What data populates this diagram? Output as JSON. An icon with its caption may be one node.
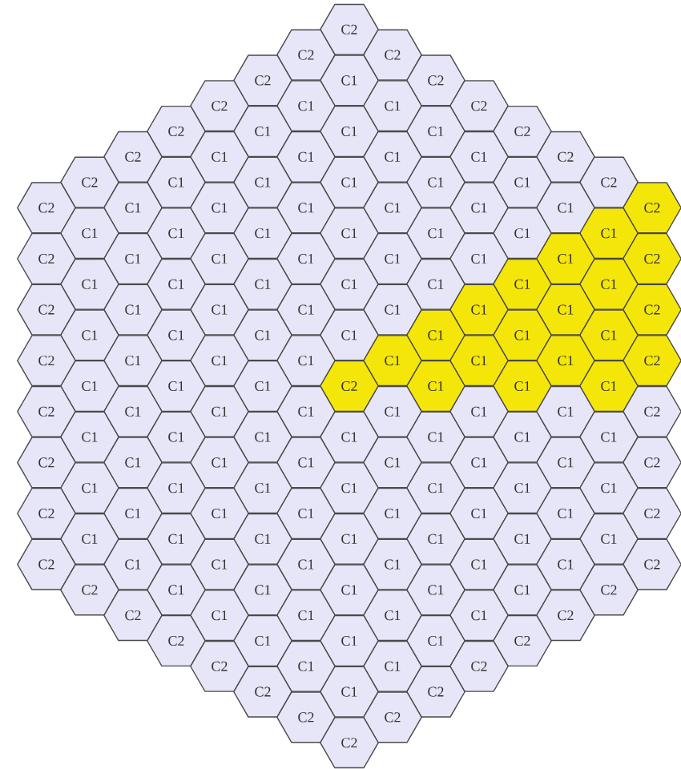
{
  "diagram": {
    "nodes": [
      {
        "text": [
          "C2"
        ]
      },
      {
        "text": [
          "C2"
        ]
      },
      {
        "text": [
          "C2"
        ]
      },
      {
        "text": [
          "C2"
        ]
      },
      {
        "text": [
          "C1"
        ]
      },
      {
        "text": [
          "C2"
        ]
      },
      {
        "text": [
          "C2"
        ]
      },
      {
        "text": [
          "C1"
        ]
      },
      {
        "text": [
          "C1"
        ]
      },
      {
        "text": [
          "C2"
        ]
      },
      {
        "text": [
          "C2"
        ]
      },
      {
        "text": [
          "C1"
        ]
      },
      {
        "text": [
          "C1"
        ]
      },
      {
        "text": [
          "C1"
        ]
      },
      {
        "text": [
          "C2"
        ]
      },
      {
        "text": [
          "C2"
        ]
      },
      {
        "text": [
          "C1"
        ]
      },
      {
        "text": [
          "C1"
        ]
      },
      {
        "text": [
          "C1"
        ]
      },
      {
        "text": [
          "C1"
        ]
      },
      {
        "text": [
          "C2"
        ]
      },
      {
        "text": [
          "C2"
        ]
      },
      {
        "text": [
          "C1"
        ]
      },
      {
        "text": [
          "C1"
        ]
      },
      {
        "text": [
          "C1"
        ]
      },
      {
        "text": [
          "C1"
        ]
      },
      {
        "text": [
          "C1"
        ]
      },
      {
        "text": [
          "C2"
        ]
      },
      {
        "text": [
          "C2"
        ]
      },
      {
        "text": [
          "C1"
        ]
      },
      {
        "text": [
          "C1"
        ]
      },
      {
        "text": [
          "C1"
        ]
      },
      {
        "text": [
          "C1"
        ]
      },
      {
        "text": [
          "C1"
        ]
      },
      {
        "text": [
          "C1"
        ]
      },
      {
        "text": [
          "C2"
        ]
      },
      {
        "text": [
          "C1"
        ]
      },
      {
        "text": [
          "C1"
        ]
      },
      {
        "text": [
          "C1"
        ]
      },
      {
        "text": [
          "C1"
        ]
      },
      {
        "text": [
          "C1"
        ]
      },
      {
        "text": [
          "C1"
        ]
      },
      {
        "text": [
          "C1"
        ]
      },
      {
        "text": [
          "C2"
        ]
      },
      {
        "text": [
          "C1"
        ]
      },
      {
        "text": [
          "C1"
        ]
      },
      {
        "text": [
          "C1"
        ]
      },
      {
        "text": [
          "C1"
        ]
      },
      {
        "text": [
          "C1"
        ]
      },
      {
        "text": [
          "C1"
        ]
      },
      {
        "text": [
          "C2"
        ]
      },
      {
        "text": [
          "C1"
        ]
      },
      {
        "text": [
          "C1"
        ]
      },
      {
        "text": [
          "C1"
        ]
      },
      {
        "text": [
          "C1"
        ]
      },
      {
        "text": [
          "C1"
        ]
      },
      {
        "text": [
          "C1"
        ]
      },
      {
        "text": [
          "C1"
        ]
      },
      {
        "text": [
          "C2"
        ]
      },
      {
        "text": [
          "C1"
        ]
      },
      {
        "text": [
          "C1"
        ]
      },
      {
        "text": [
          "C1"
        ]
      },
      {
        "text": [
          "C1"
        ]
      },
      {
        "text": [
          "C1"
        ]
      },
      {
        "text": [
          "C1"
        ]
      },
      {
        "text": [
          "C2"
        ]
      },
      {
        "text": [
          "C1"
        ]
      },
      {
        "text": [
          "C1"
        ]
      },
      {
        "text": [
          "C1"
        ]
      },
      {
        "text": [
          "C1"
        ]
      },
      {
        "text": [
          "C1"
        ]
      },
      {
        "text": [
          "C1"
        ]
      },
      {
        "text": [
          "C1"
        ]
      },
      {
        "text": [
          "C2"
        ]
      },
      {
        "text": [
          "C1"
        ]
      },
      {
        "text": [
          "C1"
        ]
      },
      {
        "text": [
          "C1"
        ]
      },
      {
        "text": [
          "C1"
        ]
      },
      {
        "text": [
          "C1"
        ]
      },
      {
        "text": [
          "C1"
        ]
      },
      {
        "text": [
          "C2"
        ]
      },
      {
        "text": [
          "C1"
        ]
      },
      {
        "text": [
          "C1"
        ]
      },
      {
        "text": [
          "C1"
        ]
      },
      {
        "text": [
          "C2"
        ]
      },
      {
        "text": [
          "C1"
        ]
      },
      {
        "text": [
          "C1"
        ]
      },
      {
        "text": [
          "C1"
        ]
      },
      {
        "text": [
          "C2"
        ]
      },
      {
        "text": [
          "C1"
        ]
      },
      {
        "text": [
          "C1"
        ]
      },
      {
        "text": [
          "C1"
        ]
      },
      {
        "text": [
          "C1"
        ]
      },
      {
        "text": [
          "C1"
        ]
      },
      {
        "text": [
          "C1"
        ]
      },
      {
        "text": [
          "C2"
        ]
      },
      {
        "text": [
          "C1"
        ]
      },
      {
        "text": [
          "C1"
        ]
      },
      {
        "text": [
          "C1"
        ]
      },
      {
        "text": [
          "C1"
        ]
      },
      {
        "text": [
          "C1"
        ]
      },
      {
        "text": [
          "C1"
        ]
      },
      {
        "text": [
          "C1"
        ]
      },
      {
        "text": [
          "C2"
        ]
      },
      {
        "text": [
          "C1"
        ]
      },
      {
        "text": [
          "C1"
        ]
      },
      {
        "text": [
          "C1"
        ]
      },
      {
        "text": [
          "C1"
        ]
      },
      {
        "text": [
          "C1"
        ]
      },
      {
        "text": [
          "C1"
        ]
      },
      {
        "text": [
          "C2"
        ]
      },
      {
        "text": [
          "C1"
        ]
      },
      {
        "text": [
          "C1"
        ]
      },
      {
        "text": [
          "C1"
        ]
      },
      {
        "text": [
          "C1"
        ]
      },
      {
        "text": [
          "C1"
        ]
      },
      {
        "text": [
          "C1"
        ]
      },
      {
        "text": [
          "C1"
        ]
      },
      {
        "text": [
          "C2"
        ]
      },
      {
        "text": [
          "C1"
        ]
      },
      {
        "text": [
          "C1"
        ]
      },
      {
        "text": [
          "C1"
        ]
      },
      {
        "text": [
          "C1"
        ]
      },
      {
        "text": [
          "C1"
        ]
      },
      {
        "text": [
          "C1"
        ]
      },
      {
        "text": [
          "C2"
        ]
      },
      {
        "text": [
          "C1"
        ]
      },
      {
        "text": [
          "C1"
        ]
      },
      {
        "text": [
          "C1"
        ]
      },
      {
        "text": [
          "C1"
        ]
      },
      {
        "text": [
          "C1"
        ]
      },
      {
        "text": [
          "C1"
        ]
      },
      {
        "text": [
          "C1"
        ]
      },
      {
        "text": [
          "C2"
        ]
      },
      {
        "text": [
          "C1"
        ]
      },
      {
        "text": [
          "C1"
        ]
      },
      {
        "text": [
          "C1"
        ]
      },
      {
        "text": [
          "C1"
        ]
      },
      {
        "text": [
          "C1"
        ]
      },
      {
        "text": [
          "C1"
        ]
      },
      {
        "text": [
          "C2"
        ]
      },
      {
        "text": [
          "C2"
        ]
      },
      {
        "text": [
          "C1"
        ]
      },
      {
        "text": [
          "C1"
        ]
      },
      {
        "text": [
          "C1"
        ]
      },
      {
        "text": [
          "C1"
        ]
      },
      {
        "text": [
          "C1"
        ]
      },
      {
        "text": [
          "C2"
        ]
      },
      {
        "text": [
          "C2"
        ]
      },
      {
        "text": [
          "C1"
        ]
      },
      {
        "text": [
          "C1"
        ]
      },
      {
        "text": [
          "C1"
        ]
      },
      {
        "text": [
          "C1"
        ]
      },
      {
        "text": [
          "C2"
        ]
      },
      {
        "text": [
          "C2"
        ]
      },
      {
        "text": [
          "C1"
        ]
      },
      {
        "text": [
          "C1"
        ]
      },
      {
        "text": [
          "C1"
        ]
      },
      {
        "text": [
          "C2"
        ]
      },
      {
        "text": [
          "C2"
        ]
      },
      {
        "text": [
          "C1"
        ]
      },
      {
        "text": [
          "C1"
        ]
      },
      {
        "text": [
          "C2"
        ]
      },
      {
        "text": [
          "C2"
        ]
      },
      {
        "text": [
          "C1"
        ]
      },
      {
        "text": [
          "C2"
        ]
      },
      {
        "text": [
          "C2"
        ]
      },
      {
        "text": [
          "C2"
        ]
      },
      {
        "text": [
          "C2"
        ]
      }
    ]
  }
}
